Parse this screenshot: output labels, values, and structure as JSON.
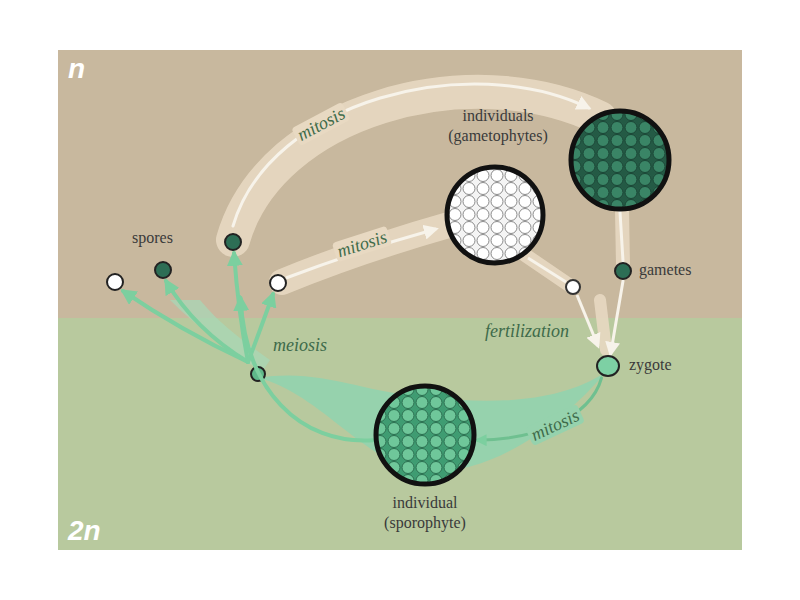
{
  "diagram": {
    "nodes": [
      {
        "text": [
          "n"
        ]
      },
      {
        "text": [
          "2n"
        ]
      },
      {
        "text": [
          "spores"
        ],
        "in": 0
      },
      {
        "text": [
          "individuals (gametophytes)"
        ],
        "in": 0
      },
      {
        "text": [
          "gametes"
        ],
        "in": 0
      },
      {
        "text": [
          "zygote"
        ],
        "in": 1
      },
      {
        "text": [
          "individual (sporophyte)"
        ],
        "in": 1
      }
    ],
    "edges": [
      {
        "from": 6,
        "to": 2,
        "label": "meiosis",
        "arrow": "to"
      },
      {
        "from": 2,
        "to": 3,
        "label": "mitosis",
        "arrow": "to"
      },
      {
        "from": 3,
        "to": 4,
        "arrow": "none"
      },
      {
        "from": 4,
        "to": 5,
        "label": "fertilization",
        "arrow": "to"
      },
      {
        "from": 5,
        "to": 6,
        "label": "mitosis",
        "arrow": "to"
      }
    ],
    "labels": [
      "mitosis"
    ]
  }
}
